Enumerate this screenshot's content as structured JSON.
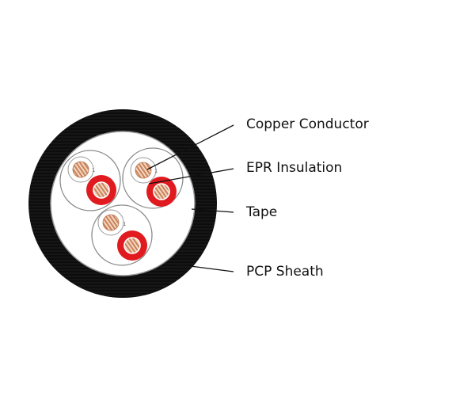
{
  "labels": {
    "copper_conductor": "Copper Conductor",
    "epr_insulation": "EPR Insulation",
    "tape": "Tape",
    "pcp_sheath": "PCP Sheath"
  },
  "core_numbers": {
    "pair1_core1": "1",
    "pair2_core1": "1",
    "pair3_core1": "1"
  },
  "colors": {
    "sheath": "#0d0d0d",
    "insulation_red": "#e01a1f",
    "copper": "#d4936a",
    "leader_line": "#111111"
  }
}
